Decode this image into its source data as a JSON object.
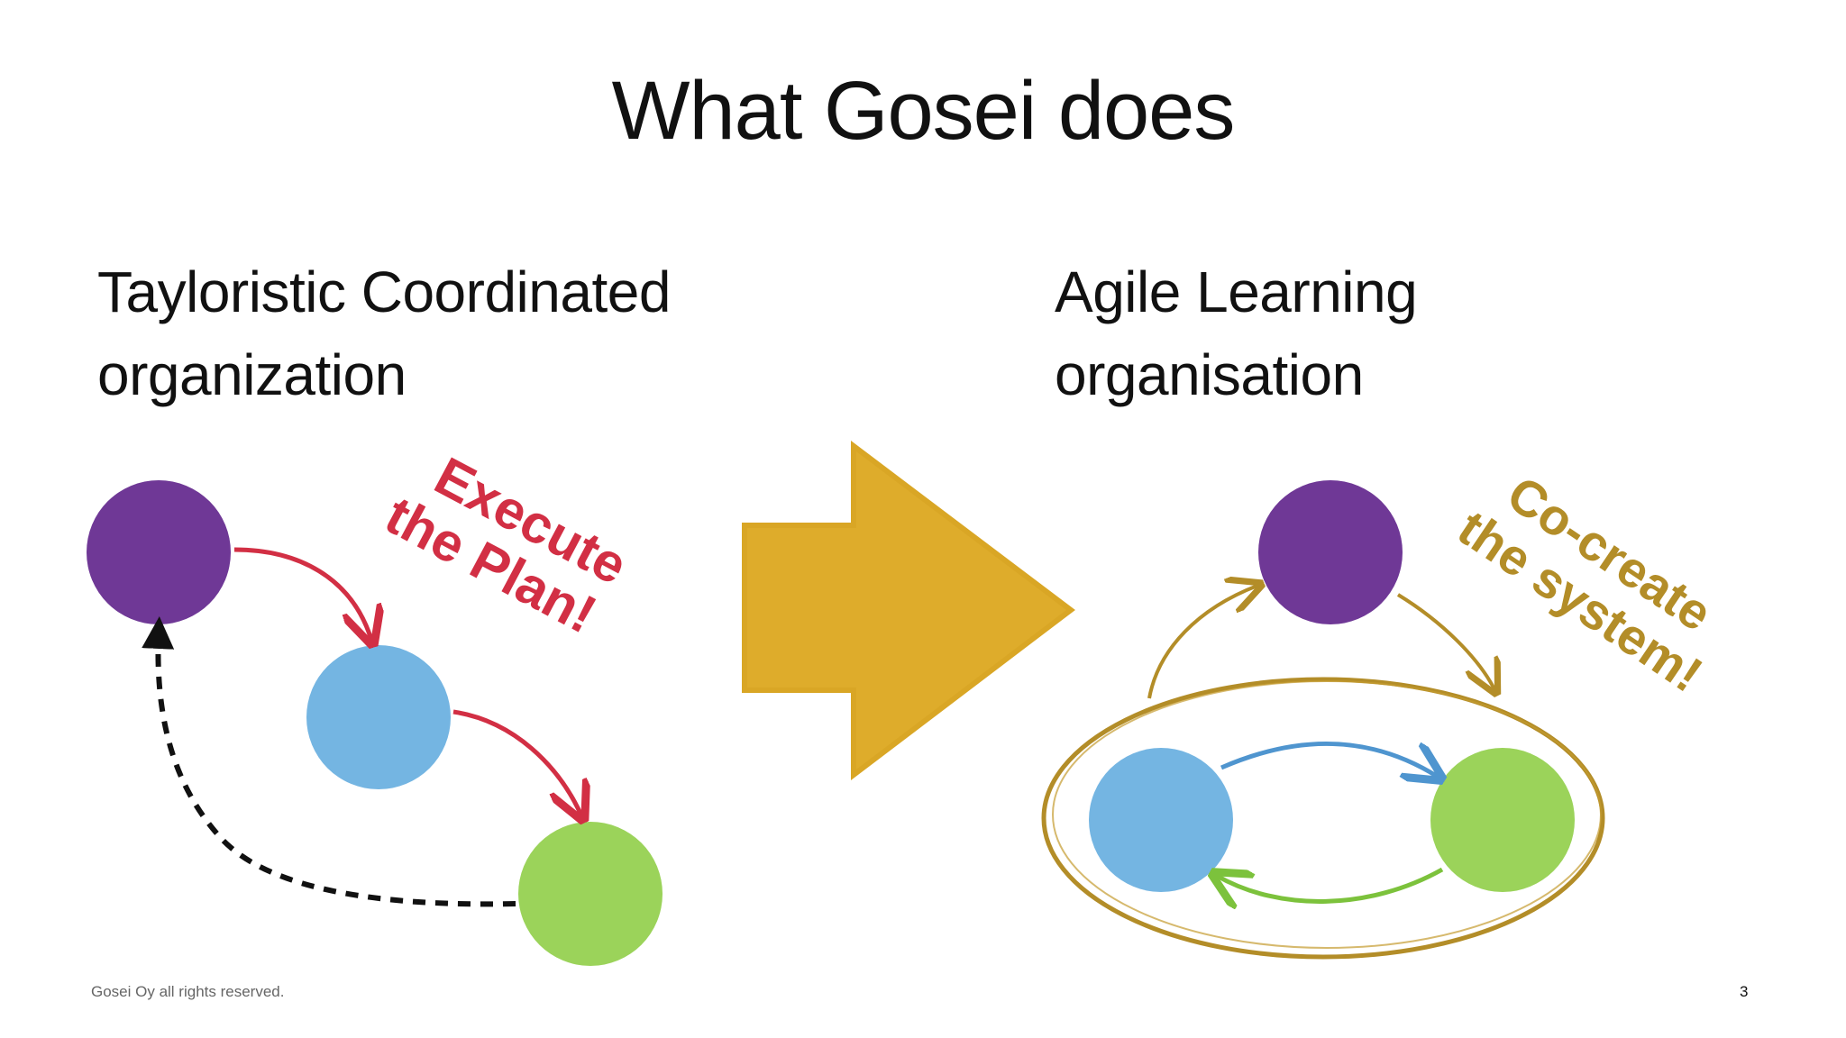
{
  "slide": {
    "title": "What Gosei does",
    "left": {
      "heading_line1": "Tayloristic Coordinated",
      "heading_line2": "organization",
      "callout_line1": "Execute",
      "callout_line2": "the Plan!"
    },
    "right": {
      "heading_line1": "Agile Learning",
      "heading_line2": "organisation",
      "callout_line1": "Co-create",
      "callout_line2": "the system!"
    },
    "footer_text": "Gosei Oy all rights reserved.",
    "page_number": "3"
  },
  "colors": {
    "purple": "#6f3896",
    "blue": "#74b5e2",
    "green": "#9bd35a",
    "red": "#d22f44",
    "gold_arrow": "#deac2b",
    "gold_line": "#b38d28",
    "callout_gold": "#b38d28"
  },
  "icons": {
    "transition": "big-right-arrow-icon"
  }
}
